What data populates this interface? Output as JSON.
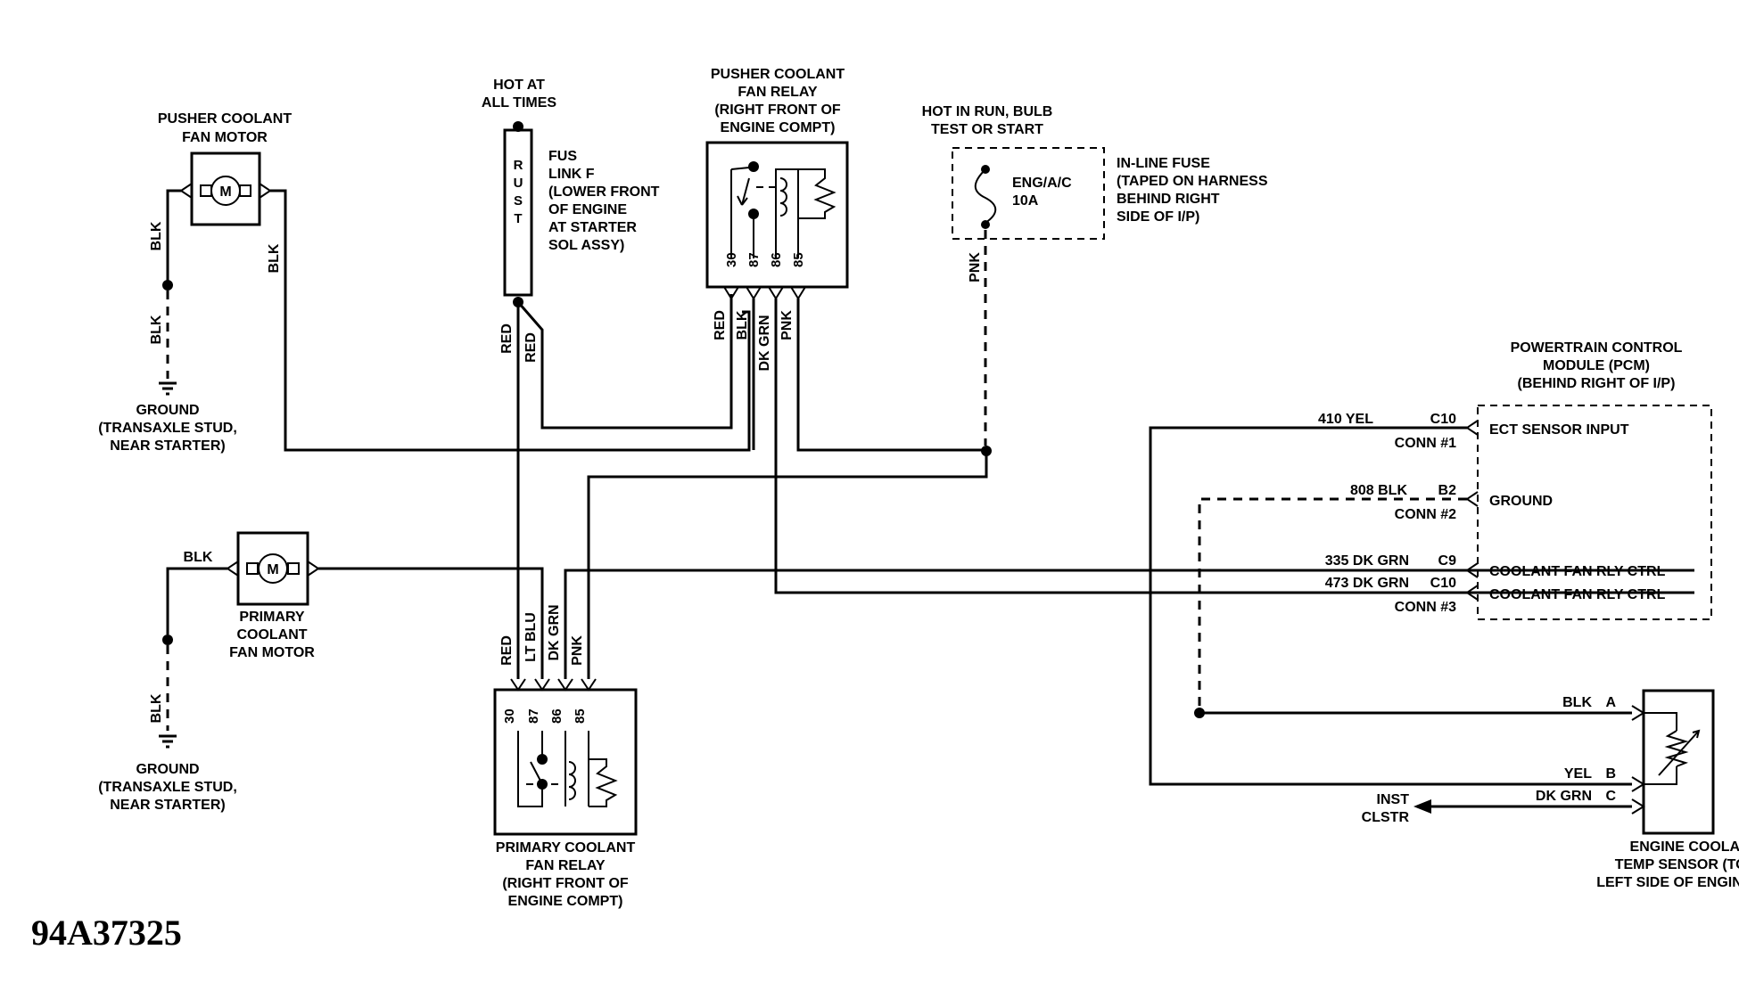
{
  "components": {
    "pusher_motor": {
      "label": [
        "PUSHER COOLANT",
        "FAN MOTOR"
      ],
      "symbol": "M"
    },
    "primary_motor": {
      "label": [
        "PRIMARY",
        "COOLANT",
        "FAN MOTOR"
      ],
      "symbol": "M"
    },
    "ground_top": [
      "GROUND",
      "(TRANSAXLE STUD,",
      "NEAR STARTER)"
    ],
    "ground_bottom": [
      "GROUND",
      "(TRANSAXLE STUD,",
      "NEAR STARTER)"
    ],
    "hot_at_all_times": [
      "HOT AT",
      "ALL TIMES"
    ],
    "fusible_link": {
      "letters": [
        "R",
        "U",
        "S",
        "T"
      ],
      "label": [
        "FUS",
        "LINK F",
        "(LOWER FRONT",
        "OF ENGINE",
        "AT STARTER",
        "SOL ASSY)"
      ]
    },
    "pusher_relay": {
      "label": [
        "PUSHER COOLANT",
        "FAN RELAY",
        "(RIGHT FRONT OF",
        "ENGINE COMPT)"
      ],
      "pins": [
        "30",
        "87",
        "86",
        "85"
      ]
    },
    "primary_relay": {
      "label": [
        "PRIMARY COOLANT",
        "FAN RELAY",
        "(RIGHT FRONT OF",
        "ENGINE COMPT)"
      ],
      "pins": [
        "30",
        "87",
        "86",
        "85"
      ]
    },
    "hot_in_run": [
      "HOT IN RUN, BULB",
      "TEST OR START"
    ],
    "inline_fuse": {
      "name": [
        "ENG/A/C",
        "10A"
      ],
      "label": [
        "IN-LINE FUSE",
        "(TAPED ON HARNESS",
        "BEHIND RIGHT",
        "SIDE OF I/P)"
      ]
    },
    "pcm": {
      "label": [
        "POWERTRAIN CONTROL",
        "MODULE (PCM)",
        "(BEHIND RIGHT OF I/P)"
      ],
      "pins": [
        "ECT SENSOR INPUT",
        "GROUND",
        "COOLANT FAN RLY CTRL",
        "COOLANT FAN RLY CTRL"
      ]
    },
    "ect_sensor": {
      "label": [
        "ENGINE COOLANT",
        "TEMP SENSOR (TOP",
        "LEFT SIDE OF ENGINE)"
      ]
    },
    "inst_cluster": [
      "INST",
      "CLSTR"
    ]
  },
  "wires": {
    "blk": "BLK",
    "red": "RED",
    "pnk": "PNK",
    "dk_grn": "DK GRN",
    "lt_blu": "LT BLU",
    "w410": "410 YEL",
    "w808": "808 BLK",
    "w335": "335 DK GRN",
    "w473": "473 DK GRN",
    "c10": "C10",
    "b2": "B2",
    "c9": "C9",
    "conn1": "CONN #1",
    "conn2": "CONN #2",
    "conn3": "CONN #3",
    "s_blk": "BLK",
    "s_a": "A",
    "s_yel": "YEL",
    "s_b": "B",
    "s_dkgrn": "DK GRN",
    "s_c": "C"
  },
  "figure_id": "94A37325"
}
